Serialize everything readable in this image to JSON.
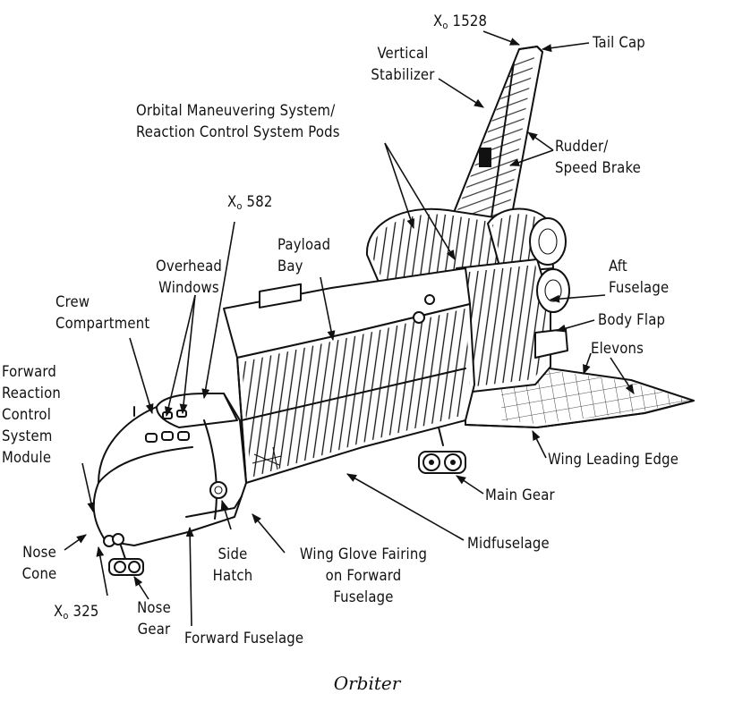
{
  "labels": {
    "x_tail": {
      "x": "X",
      "sub": "o",
      "num": " 1528"
    },
    "tail_cap": "Tail Cap",
    "vertical_stabilizer": [
      "Vertical",
      "Stabilizer"
    ],
    "oms_rcs_pods": [
      "Orbital Maneuvering System/",
      "Reaction Control System Pods"
    ],
    "rudder_speed_brake": [
      "Rudder/",
      "Speed Brake"
    ],
    "x_582": {
      "x": "X",
      "sub": "o",
      "num": " 582"
    },
    "payload_bay": [
      "Payload",
      "Bay"
    ],
    "overhead_windows": [
      "Overhead",
      "Windows"
    ],
    "aft_fuselage": [
      "Aft",
      "Fuselage"
    ],
    "crew_compartment": [
      "Crew",
      "Compartment"
    ],
    "body_flap": "Body Flap",
    "elevons": "Elevons",
    "forward_rcs_module": [
      "Forward",
      "Reaction",
      "Control",
      "System",
      "Module"
    ],
    "wing_leading_edge": "Wing Leading Edge",
    "main_gear": "Main Gear",
    "midfuselage": "Midfuselage",
    "nose_cone": [
      "Nose",
      "Cone"
    ],
    "side_hatch": [
      "Side",
      "Hatch"
    ],
    "wing_glove_fairing": [
      "Wing Glove Fairing",
      "on Forward",
      "Fuselage"
    ],
    "x_325": {
      "x": "X",
      "sub": "o",
      "num": " 325"
    },
    "nose_gear": [
      "Nose",
      "Gear"
    ],
    "forward_fuselage": "Forward Fuselage"
  },
  "caption": "Orbiter"
}
